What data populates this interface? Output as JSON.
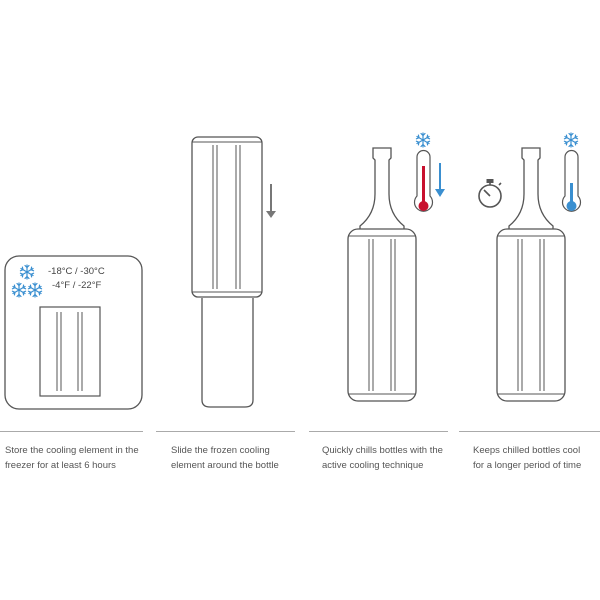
{
  "steps": [
    {
      "line1": "Store the cooling element in the",
      "line2": "freezer for at least 6 hours"
    },
    {
      "line1": "Slide the frozen cooling",
      "line2": "element around the bottle"
    },
    {
      "line1": "Quickly chills bottles with the",
      "line2": "active cooling technique"
    },
    {
      "line1": "Keeps chilled bottles cool",
      "line2": "for a longer period of time"
    }
  ],
  "freezer": {
    "temp_celsius": "-18°C / -30°C",
    "temp_fahrenheit": "-4°F / -22°F"
  },
  "icons": [
    "snowflake-icon",
    "down-arrow-icon",
    "thermometer-icon",
    "stopwatch-icon"
  ],
  "colors": {
    "line": "#555555",
    "snow": "#3a8fd0",
    "arrow_gray": "#777777",
    "arrow_blue": "#3a8fd0",
    "thermo_red": "#c8102e",
    "thermo_blue": "#3a8fd0"
  }
}
